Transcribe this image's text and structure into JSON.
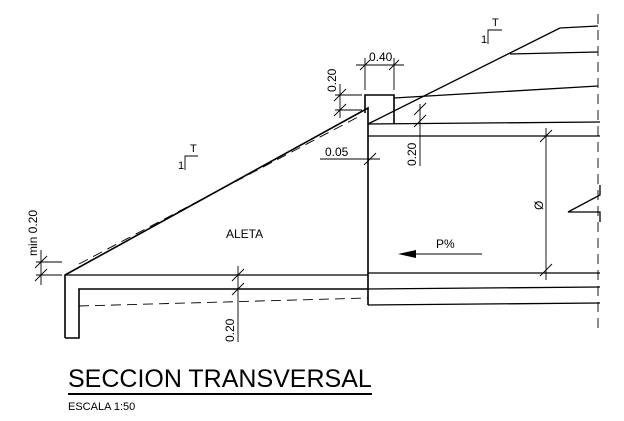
{
  "drawing": {
    "title": "SECCION TRANSVERSAL",
    "scale": "ESCALA 1:50",
    "labels": {
      "aleta": "ALETA",
      "slope": "P%",
      "diameter": "Ø",
      "section_mark": "T",
      "section_num": "1"
    },
    "dimensions": {
      "top_width": "0.40",
      "top_height": "0.20",
      "offset": "0.05",
      "wall_height": "0.20",
      "min_height": "min 0.20",
      "bottom_height": "0.20"
    }
  }
}
